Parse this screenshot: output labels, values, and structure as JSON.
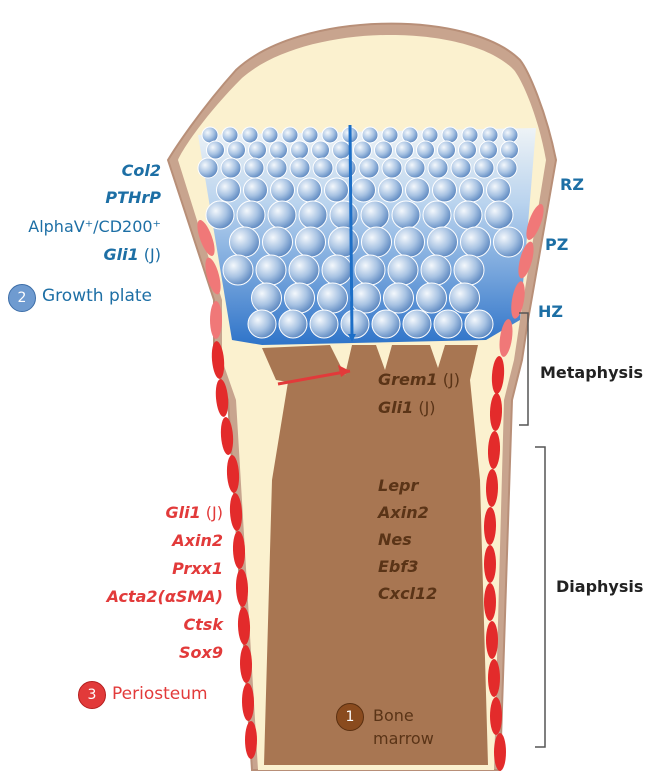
{
  "growth_plate": {
    "badge": "2",
    "title": "Growth plate",
    "markers": [
      {
        "name": "Col2",
        "suffix": ""
      },
      {
        "name": "PTHrP",
        "suffix": ""
      },
      {
        "name": "AlphaV⁺/CD200⁺",
        "suffix": ""
      },
      {
        "name": "Gli1",
        "suffix": " (J)"
      }
    ]
  },
  "zones": {
    "rz": "RZ",
    "pz": "PZ",
    "hz": "HZ"
  },
  "regions": {
    "metaphysis": "Metaphysis",
    "diaphysis": "Diaphysis"
  },
  "metaphysis_markers": [
    {
      "name": "Grem1",
      "suffix": " (J)"
    },
    {
      "name": "Gli1",
      "suffix": " (J)"
    }
  ],
  "marrow_markers": [
    "Lepr",
    "Axin2",
    "Nes",
    "Ebf3",
    "Cxcl12"
  ],
  "periosteum": {
    "badge": "3",
    "title": "Periosteum",
    "markers": [
      {
        "name": "Gli1",
        "suffix": " (J)"
      },
      {
        "name": "Axin2",
        "suffix": ""
      },
      {
        "name": "Prxx1",
        "suffix": ""
      },
      {
        "name": "Acta2(αSMA)",
        "suffix": ""
      },
      {
        "name": "Ctsk",
        "suffix": ""
      },
      {
        "name": "Sox9",
        "suffix": ""
      }
    ]
  },
  "bone_marrow": {
    "badge": "1",
    "line1": "Bone",
    "line2": "marrow"
  },
  "colors": {
    "growth_plate_text": "#1d6fa5",
    "periosteum_text": "#e23a3a",
    "marrow_text": "#5a3417",
    "marrow_fill": "#a87652",
    "cartilage_fill": "#fbf1cf",
    "bone_outline": "#c8a48e"
  }
}
